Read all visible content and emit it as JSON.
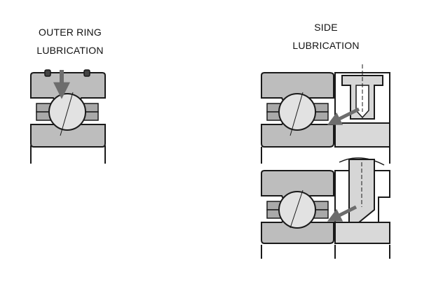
{
  "captions": {
    "outer_ring": {
      "line1": "OUTER RING",
      "line2": "LUBRICATION"
    },
    "side": {
      "line1": "SIDE",
      "line2": "LUBRICATION"
    }
  },
  "colors": {
    "ring_fill": "#bdbdbd",
    "ring_dark": "#8f8f8f",
    "outline": "#1a1a1a",
    "ball_fill": "#e2e2e2",
    "nozzle_fill": "#d6d6d6",
    "arrow": "#6d6d6d",
    "background": "#ffffff"
  },
  "illustrations": [
    {
      "name": "outer-ring-lubrication-bearing",
      "feature": "oil holes in outer ring with radial oil arrow"
    },
    {
      "name": "side-lubrication-nozzle-bearing",
      "feature": "side nozzle spacer with oil arrow toward ball"
    },
    {
      "name": "side-lubrication-jet-bearing",
      "feature": "angled jet spacer with oil arrow toward ball"
    }
  ]
}
